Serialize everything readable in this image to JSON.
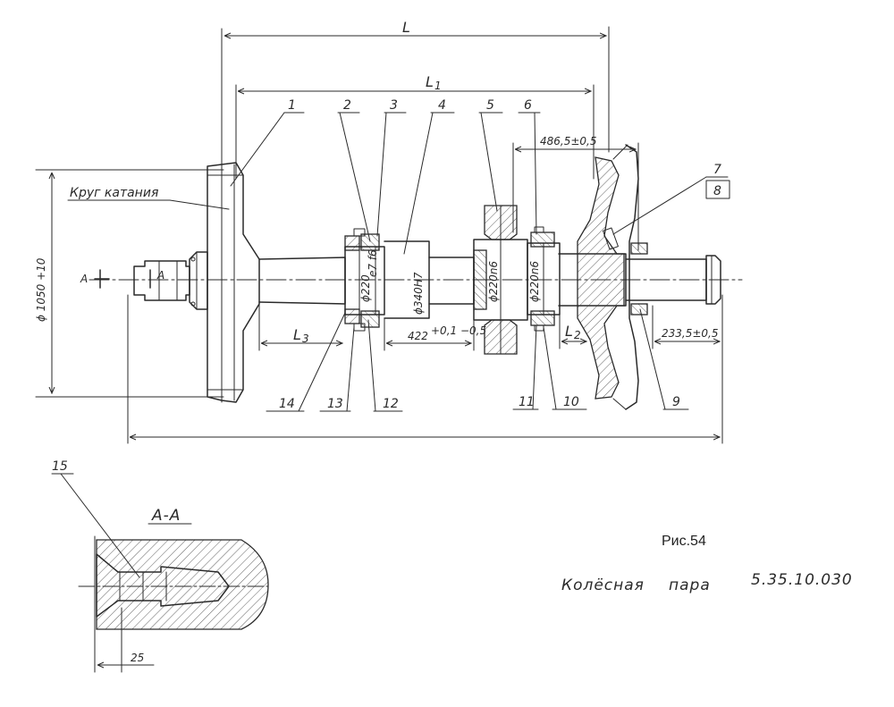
{
  "dimensions": {
    "L": "L",
    "L1": "L",
    "L1_sub": "1",
    "L2": "L",
    "L2_sub": "2",
    "L3": "L",
    "L3_sub": "3",
    "wheel_diameter": "ϕ 1050 +10",
    "offset_4865": "486,5±0,5",
    "offset_2335": "233,5±0,5",
    "offset_422": "422",
    "offset_422_tol": "+0,1 −0,5",
    "bore_340": "ϕ340H7",
    "seat_220e": "ϕ220",
    "seat_220e_tol": "e7 f6",
    "seat_220b": "ϕ220n6",
    "seat_220c": "ϕ220n6",
    "section_a_dim": "25"
  },
  "labels": {
    "rolling_circle": "Круг катания",
    "section_mark_left": "А",
    "section_mark_right": "А",
    "section_title": "А-А"
  },
  "callouts": [
    "1",
    "2",
    "3",
    "4",
    "5",
    "6",
    "7",
    "8",
    "9",
    "10",
    "11",
    "12",
    "13",
    "14",
    "15"
  ],
  "caption": {
    "figure": "Рис.54",
    "name": "Колёсная",
    "name2": "пара",
    "code": "5.35.10.030"
  }
}
